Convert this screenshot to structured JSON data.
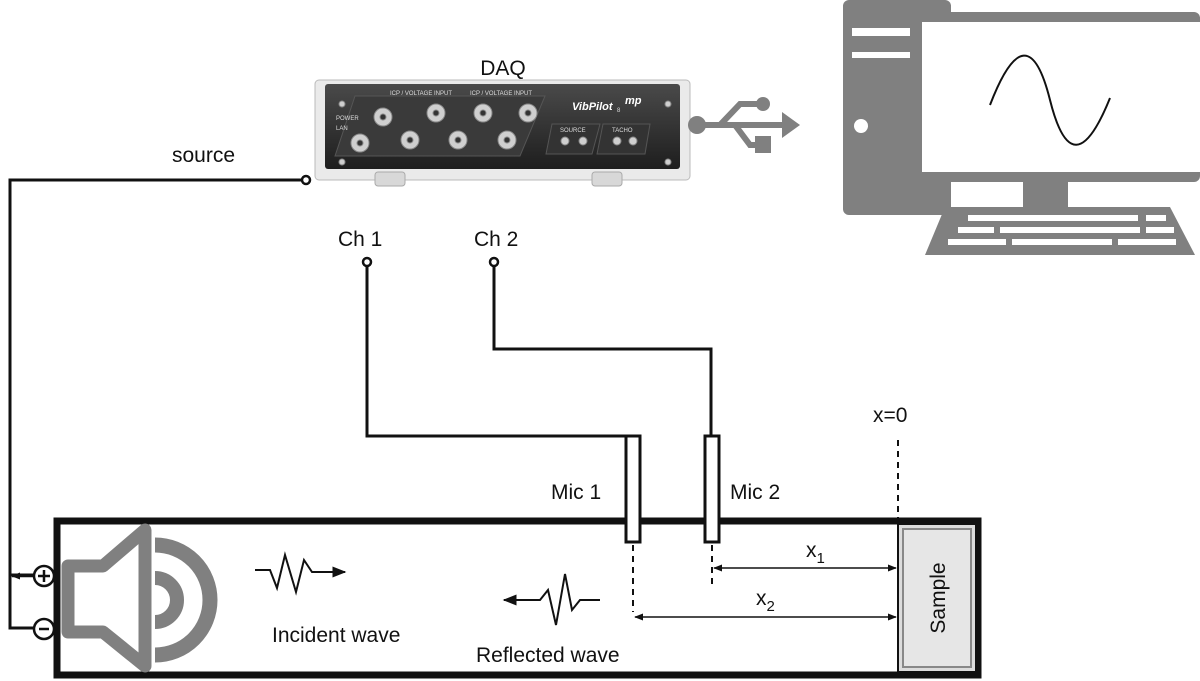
{
  "labels": {
    "daq": "DAQ",
    "source": "source",
    "ch1": "Ch 1",
    "ch2": "Ch 2",
    "x0": "x=0",
    "mic1": "Mic 1",
    "mic2": "Mic 2",
    "x1": "x",
    "x1_sub": "1",
    "x2": "x",
    "x2_sub": "2",
    "sample": "Sample",
    "incident": "Incident wave",
    "reflected": "Reflected wave",
    "plus": "+",
    "minus": "−"
  },
  "daq_device": {
    "brand": "VibPilot",
    "brand_sub": "8",
    "logo": "mp",
    "panel_left": "ICP / VOLTAGE INPUT",
    "panel_right": "ICP / VOLTAGE INPUT",
    "source_label": "SOURCE",
    "tacho_label": "TACHO",
    "power_label": "POWER",
    "lan_label": "LAN"
  },
  "icons": {
    "usb": "usb-icon",
    "computer": "desktop-computer-icon",
    "speaker": "speaker-icon"
  },
  "colors": {
    "line": "#111111",
    "computer_gray": "#808080",
    "daq_body": "#2a2a2a",
    "sample_fill": "#dcdcdc"
  }
}
